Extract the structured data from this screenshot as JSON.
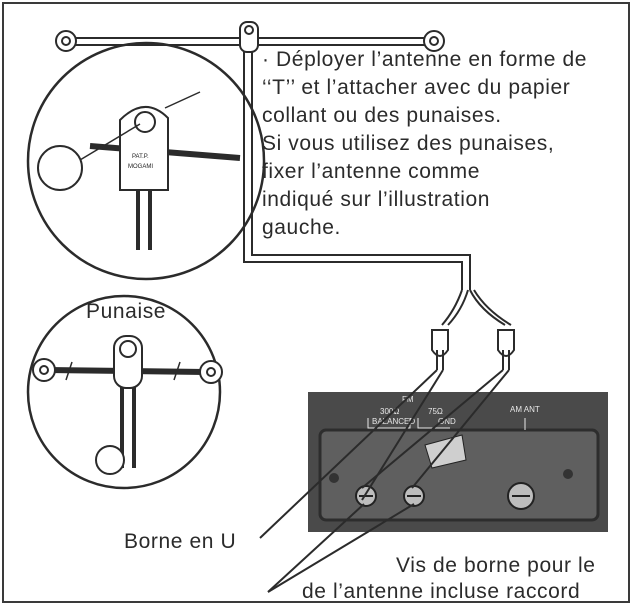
{
  "instructions": {
    "lines": [
      "· Déployer l’antenne en forme de",
      "‘‘T’’ et l’attacher avec du papier",
      "collant ou des punaises.",
      "Si vous utilisez des punaises,",
      "fixer l’antenne comme",
      "indiqué sur l’illustration",
      "gauche."
    ]
  },
  "labels": {
    "punaise": "Punaise",
    "borne_en_u": "Borne en U",
    "vis_line1": "Vis de borne pour le",
    "vis_line2": "de l’antenne incluse raccord"
  },
  "panel": {
    "fm": "FM",
    "ohm300": "300Ω",
    "balanced": "BALANCED",
    "ohm75": "75Ω",
    "gnd": "GND",
    "am_ant": "AM ANT"
  },
  "tag": {
    "line1": "PAT.P.",
    "line2": "MOGAMI"
  },
  "colors": {
    "ink": "#2b2b2b",
    "panel_dark": "#4a4a4a",
    "panel_mid": "#5f5f5f"
  }
}
